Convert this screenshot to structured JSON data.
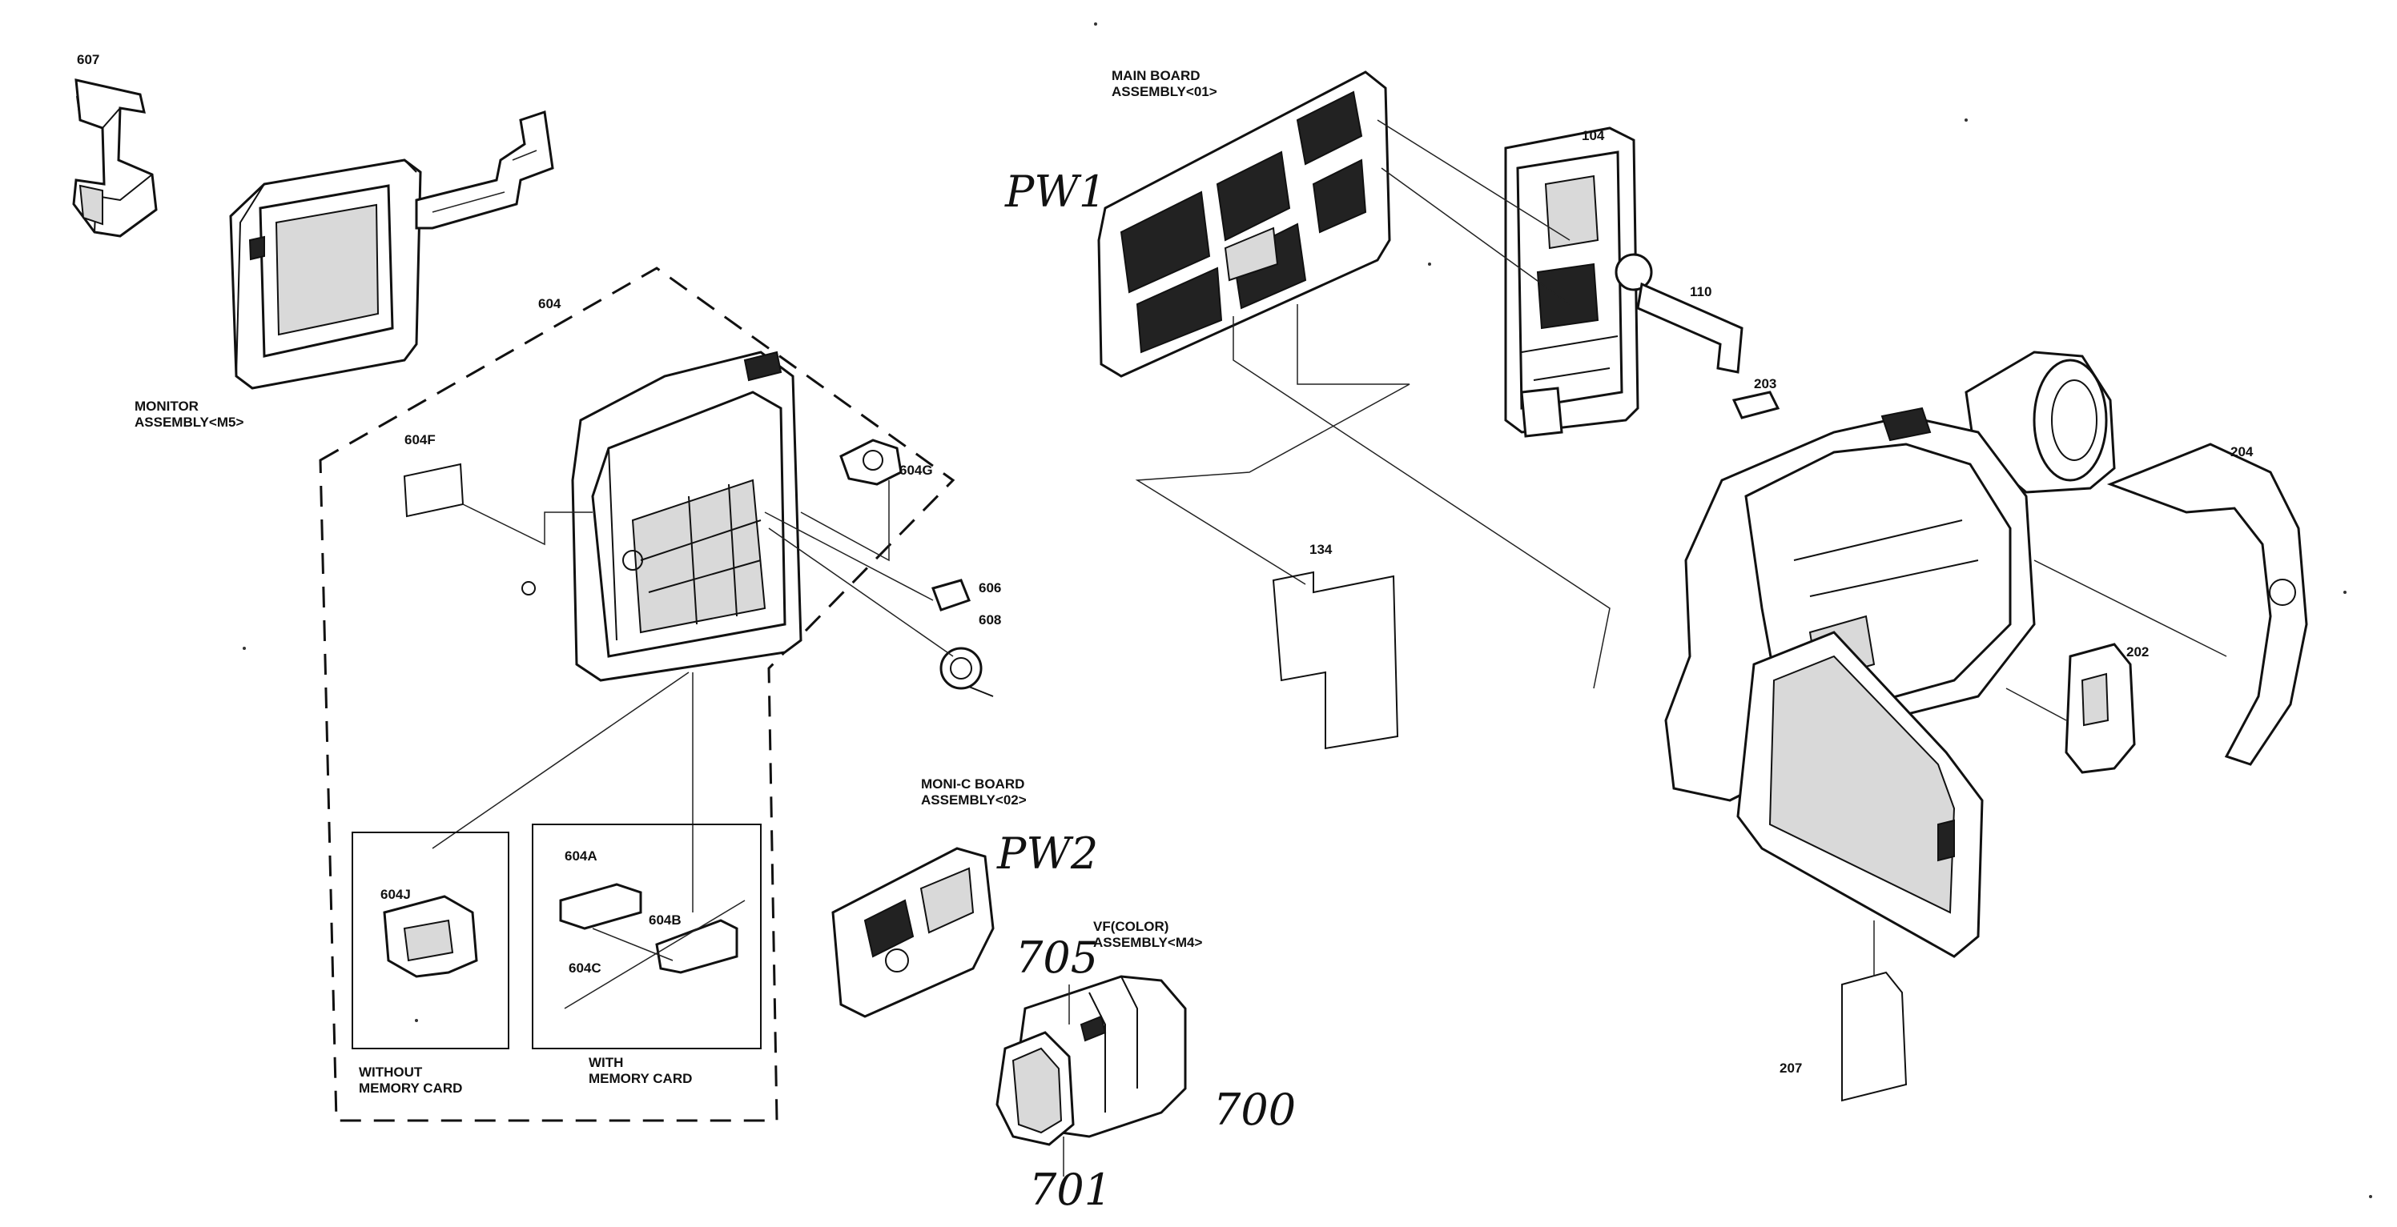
{
  "labels": {
    "p607": "607",
    "monitor_assembly": "MONITOR\nASSEMBLY<M5>",
    "p604": "604",
    "p604F": "604F",
    "p604G": "604G",
    "p606": "606",
    "p608": "608",
    "p604J": "604J",
    "p604A": "604A",
    "p604B": "604B",
    "p604C": "604C",
    "without_memory_card": "WITHOUT\nMEMORY CARD",
    "with_memory_card": "WITH\nMEMORY CARD",
    "main_board_assembly": "MAIN BOARD\nASSEMBLY<01>",
    "p104": "104",
    "p110": "110",
    "p134": "134",
    "p203": "203",
    "p204": "204",
    "p202": "202",
    "p207": "207",
    "moni_c_board_assembly": "MONI-C BOARD\nASSEMBLY<02>",
    "vf_color_assembly": "VF(COLOR)\nASSEMBLY<M4>"
  },
  "handwritten": {
    "pw1": "PW1",
    "pw2": "PW2",
    "n705": "705",
    "n700": "700",
    "n701": "701"
  }
}
